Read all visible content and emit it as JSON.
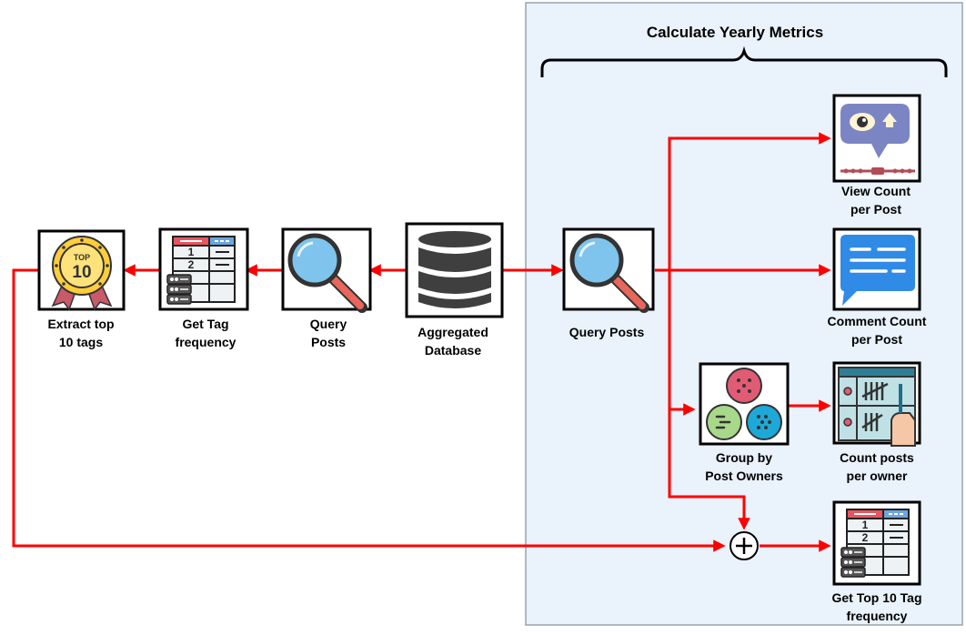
{
  "panel": {
    "title": "Calculate Yearly Metrics",
    "background": "#eaf2fb",
    "border": "#9aa3ad"
  },
  "colors": {
    "arrow": "#ff0000",
    "node_border": "#000000"
  },
  "nodes": {
    "extract_top10": {
      "icon": "top10-medal-icon",
      "line1": "Extract top",
      "line2": "10 tags"
    },
    "get_tag_frequency": {
      "icon": "table-database-icon",
      "line1": "Get Tag",
      "line2": "frequency"
    },
    "query_posts_left": {
      "icon": "magnifier-icon",
      "line1": "Query",
      "line2": "Posts"
    },
    "aggregated_db": {
      "icon": "database-icon",
      "line1": "Aggregated",
      "line2": "Database"
    },
    "query_posts_right": {
      "icon": "magnifier-icon",
      "line1": "Query Posts"
    },
    "view_count": {
      "icon": "eye-chat-bubble-icon",
      "line1": "View Count",
      "line2": "per Post"
    },
    "comment_count": {
      "icon": "comment-bubble-icon",
      "line1": "Comment Count",
      "line2": "per Post"
    },
    "group_by_owners": {
      "icon": "grouping-circles-icon",
      "line1": "Group by",
      "line2": "Post Owners"
    },
    "count_posts_owner": {
      "icon": "tally-board-icon",
      "line1": "Count posts",
      "line2": "per owner"
    },
    "top10_tag_frequency": {
      "icon": "table-database-icon",
      "line1": "Get Top 10 Tag",
      "line2": "frequency"
    }
  },
  "icon_text": {
    "medal_top": "TOP",
    "medal_number": "10",
    "table_row1": "1",
    "table_row2": "2"
  },
  "join_symbol": "+"
}
